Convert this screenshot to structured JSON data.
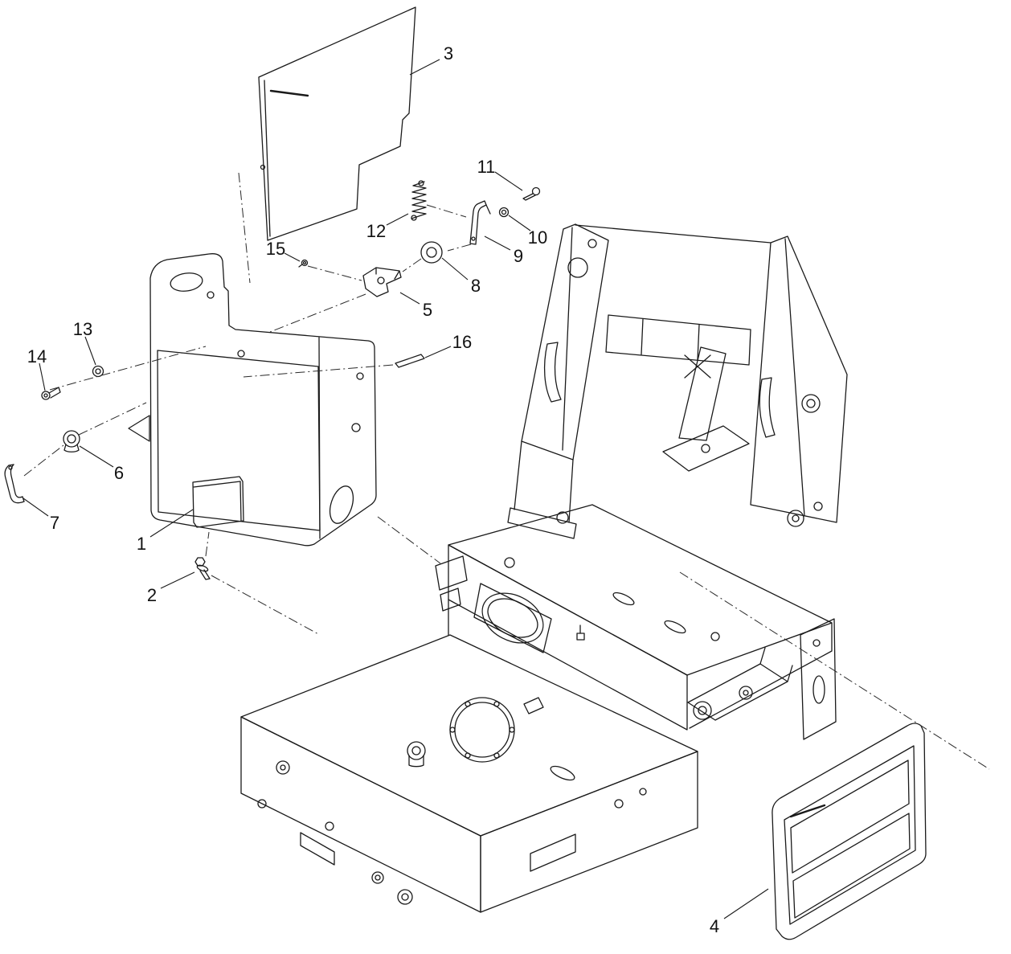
{
  "colors": {
    "line": "#1a1a1a",
    "background": "#ffffff"
  },
  "diagram": {
    "type": "exploded-parts-diagram",
    "callouts": {
      "c1": "1",
      "c2": "2",
      "c3": "3",
      "c4": "4",
      "c5": "5",
      "c6": "6",
      "c7": "7",
      "c8": "8",
      "c9": "9",
      "c10": "10",
      "c11": "11",
      "c12": "12",
      "c13": "13",
      "c14": "14",
      "c15": "15",
      "c16": "16"
    }
  }
}
